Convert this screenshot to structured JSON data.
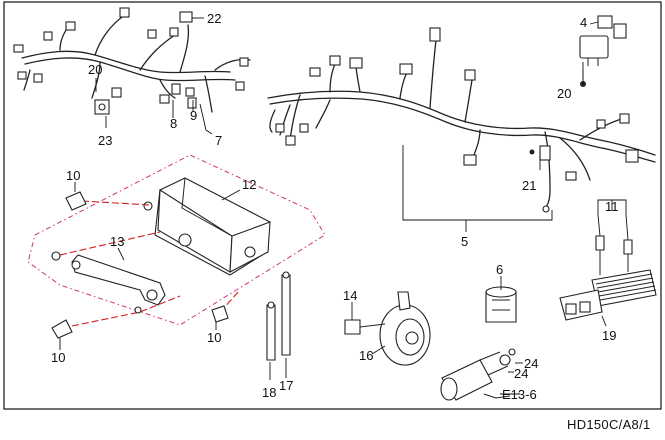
{
  "diagram": {
    "footer_code": "HD150C/A8/1",
    "accent_colors": {
      "assembly_outline": "#d0307a",
      "bolt_axis": "#d02020"
    },
    "callouts": {
      "c22": "22",
      "c4": "4",
      "c20a": "20",
      "c20b": "20",
      "c23": "23",
      "c8": "8",
      "c9": "9",
      "c7": "7",
      "c10a": "10",
      "c10b": "10",
      "c10c": "10",
      "c12": "12",
      "c13": "13",
      "c21": "21",
      "c5": "5",
      "c11": "11",
      "c6": "6",
      "c19": "19",
      "c14": "14",
      "c16": "16",
      "c18": "18",
      "c17": "17",
      "c24a": "24",
      "c24b": "24",
      "ce13": "E13-6"
    }
  }
}
